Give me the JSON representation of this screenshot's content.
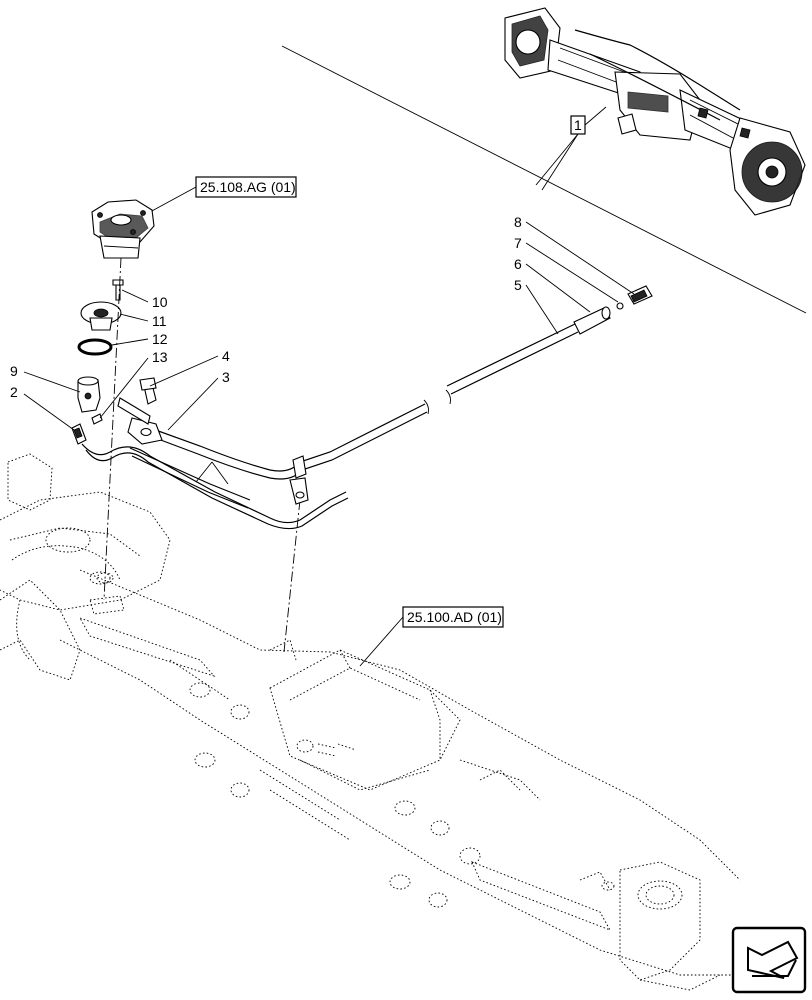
{
  "references": {
    "upper_group": "25.108.AG (01)",
    "axle_group": "25.100.AD (01)",
    "overview_item": "1"
  },
  "callouts": [
    {
      "id": "10",
      "label": "10"
    },
    {
      "id": "11",
      "label": "11"
    },
    {
      "id": "12",
      "label": "12"
    },
    {
      "id": "13",
      "label": "13"
    },
    {
      "id": "9",
      "label": "9"
    },
    {
      "id": "2",
      "label": "2"
    },
    {
      "id": "4",
      "label": "4"
    },
    {
      "id": "3",
      "label": "3"
    },
    {
      "id": "8",
      "label": "8"
    },
    {
      "id": "7",
      "label": "7"
    },
    {
      "id": "6",
      "label": "6"
    },
    {
      "id": "5",
      "label": "5"
    }
  ],
  "icons": {
    "navigation": "next-page-arrow-icon"
  }
}
